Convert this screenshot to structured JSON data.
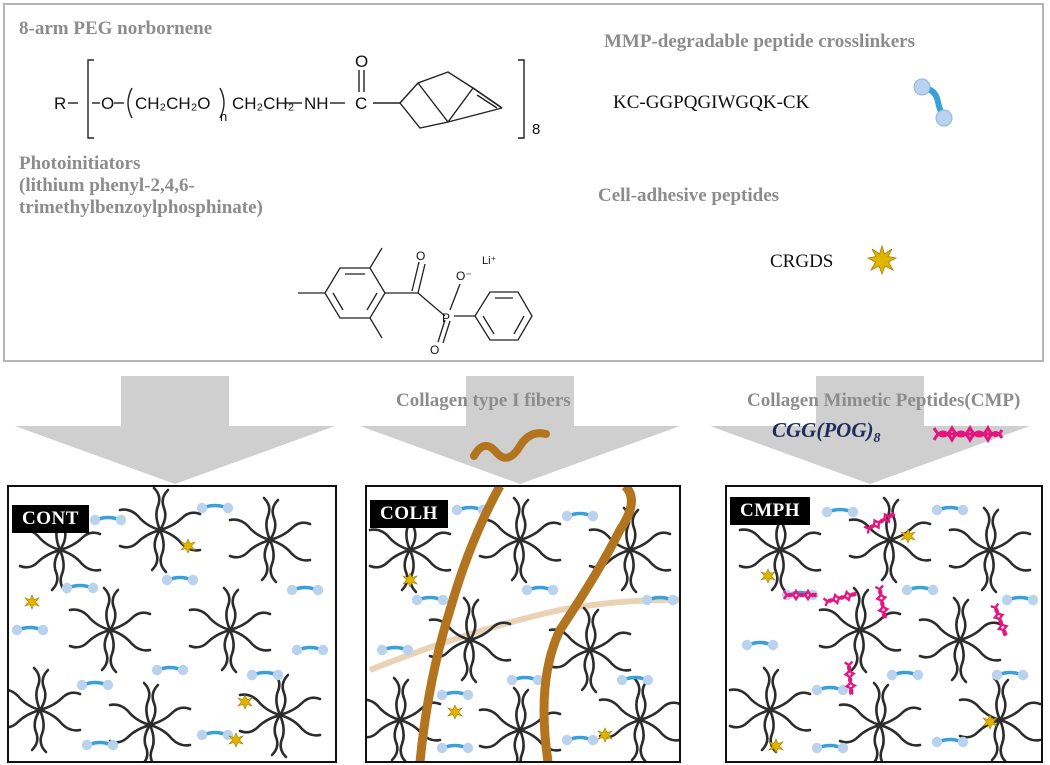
{
  "components": {
    "peg_title": "8-arm PEG norbornene",
    "mmp_title": "MMP-degradable peptide crosslinkers",
    "mmp_sequence": "KC-GGPQGIWGQK-CK",
    "photoinit_title_line1": "Photoinitiators",
    "photoinit_title_line2": "(lithium phenyl-2,4,6-",
    "photoinit_title_line3": "trimethylbenzoylphosphinate)",
    "adhesive_title": "Cell-adhesive peptides",
    "adhesive_sequence": "CRGDS"
  },
  "peg_formula": {
    "r": "R",
    "o": "O",
    "repeat": "CH₂CH₂O",
    "n": "n",
    "linker": "CH₂CH₂",
    "nh": "NH",
    "c": "C",
    "carbonyl_o": "O",
    "arms": "8"
  },
  "lap_labels": {
    "o_top": "O",
    "o_minus": "O⁻",
    "p": "P",
    "o_bottom": "O",
    "li": "Li⁺"
  },
  "additions": {
    "collagen_fibers": "Collagen type I fibers",
    "cmp_title": "Collagen Mimetic Peptides(CMP)",
    "cmp_formula": "CGG(POG)",
    "cmp_subscript": "8"
  },
  "hydrogels": [
    {
      "label": "CONT"
    },
    {
      "label": "COLH"
    },
    {
      "label": "CMPH"
    }
  ],
  "colors": {
    "arrow": "#cfcfcf",
    "panel_border": "#b5b5b5",
    "peg_arm": "#2c2c2c",
    "crosslinker_blue": "#3aa0d8",
    "crosslinker_bead": "#b9d3ee",
    "rgd_yellow": "#e2b400",
    "collagen_brown": "#b3741f",
    "cmp_magenta": "#e5157f"
  }
}
